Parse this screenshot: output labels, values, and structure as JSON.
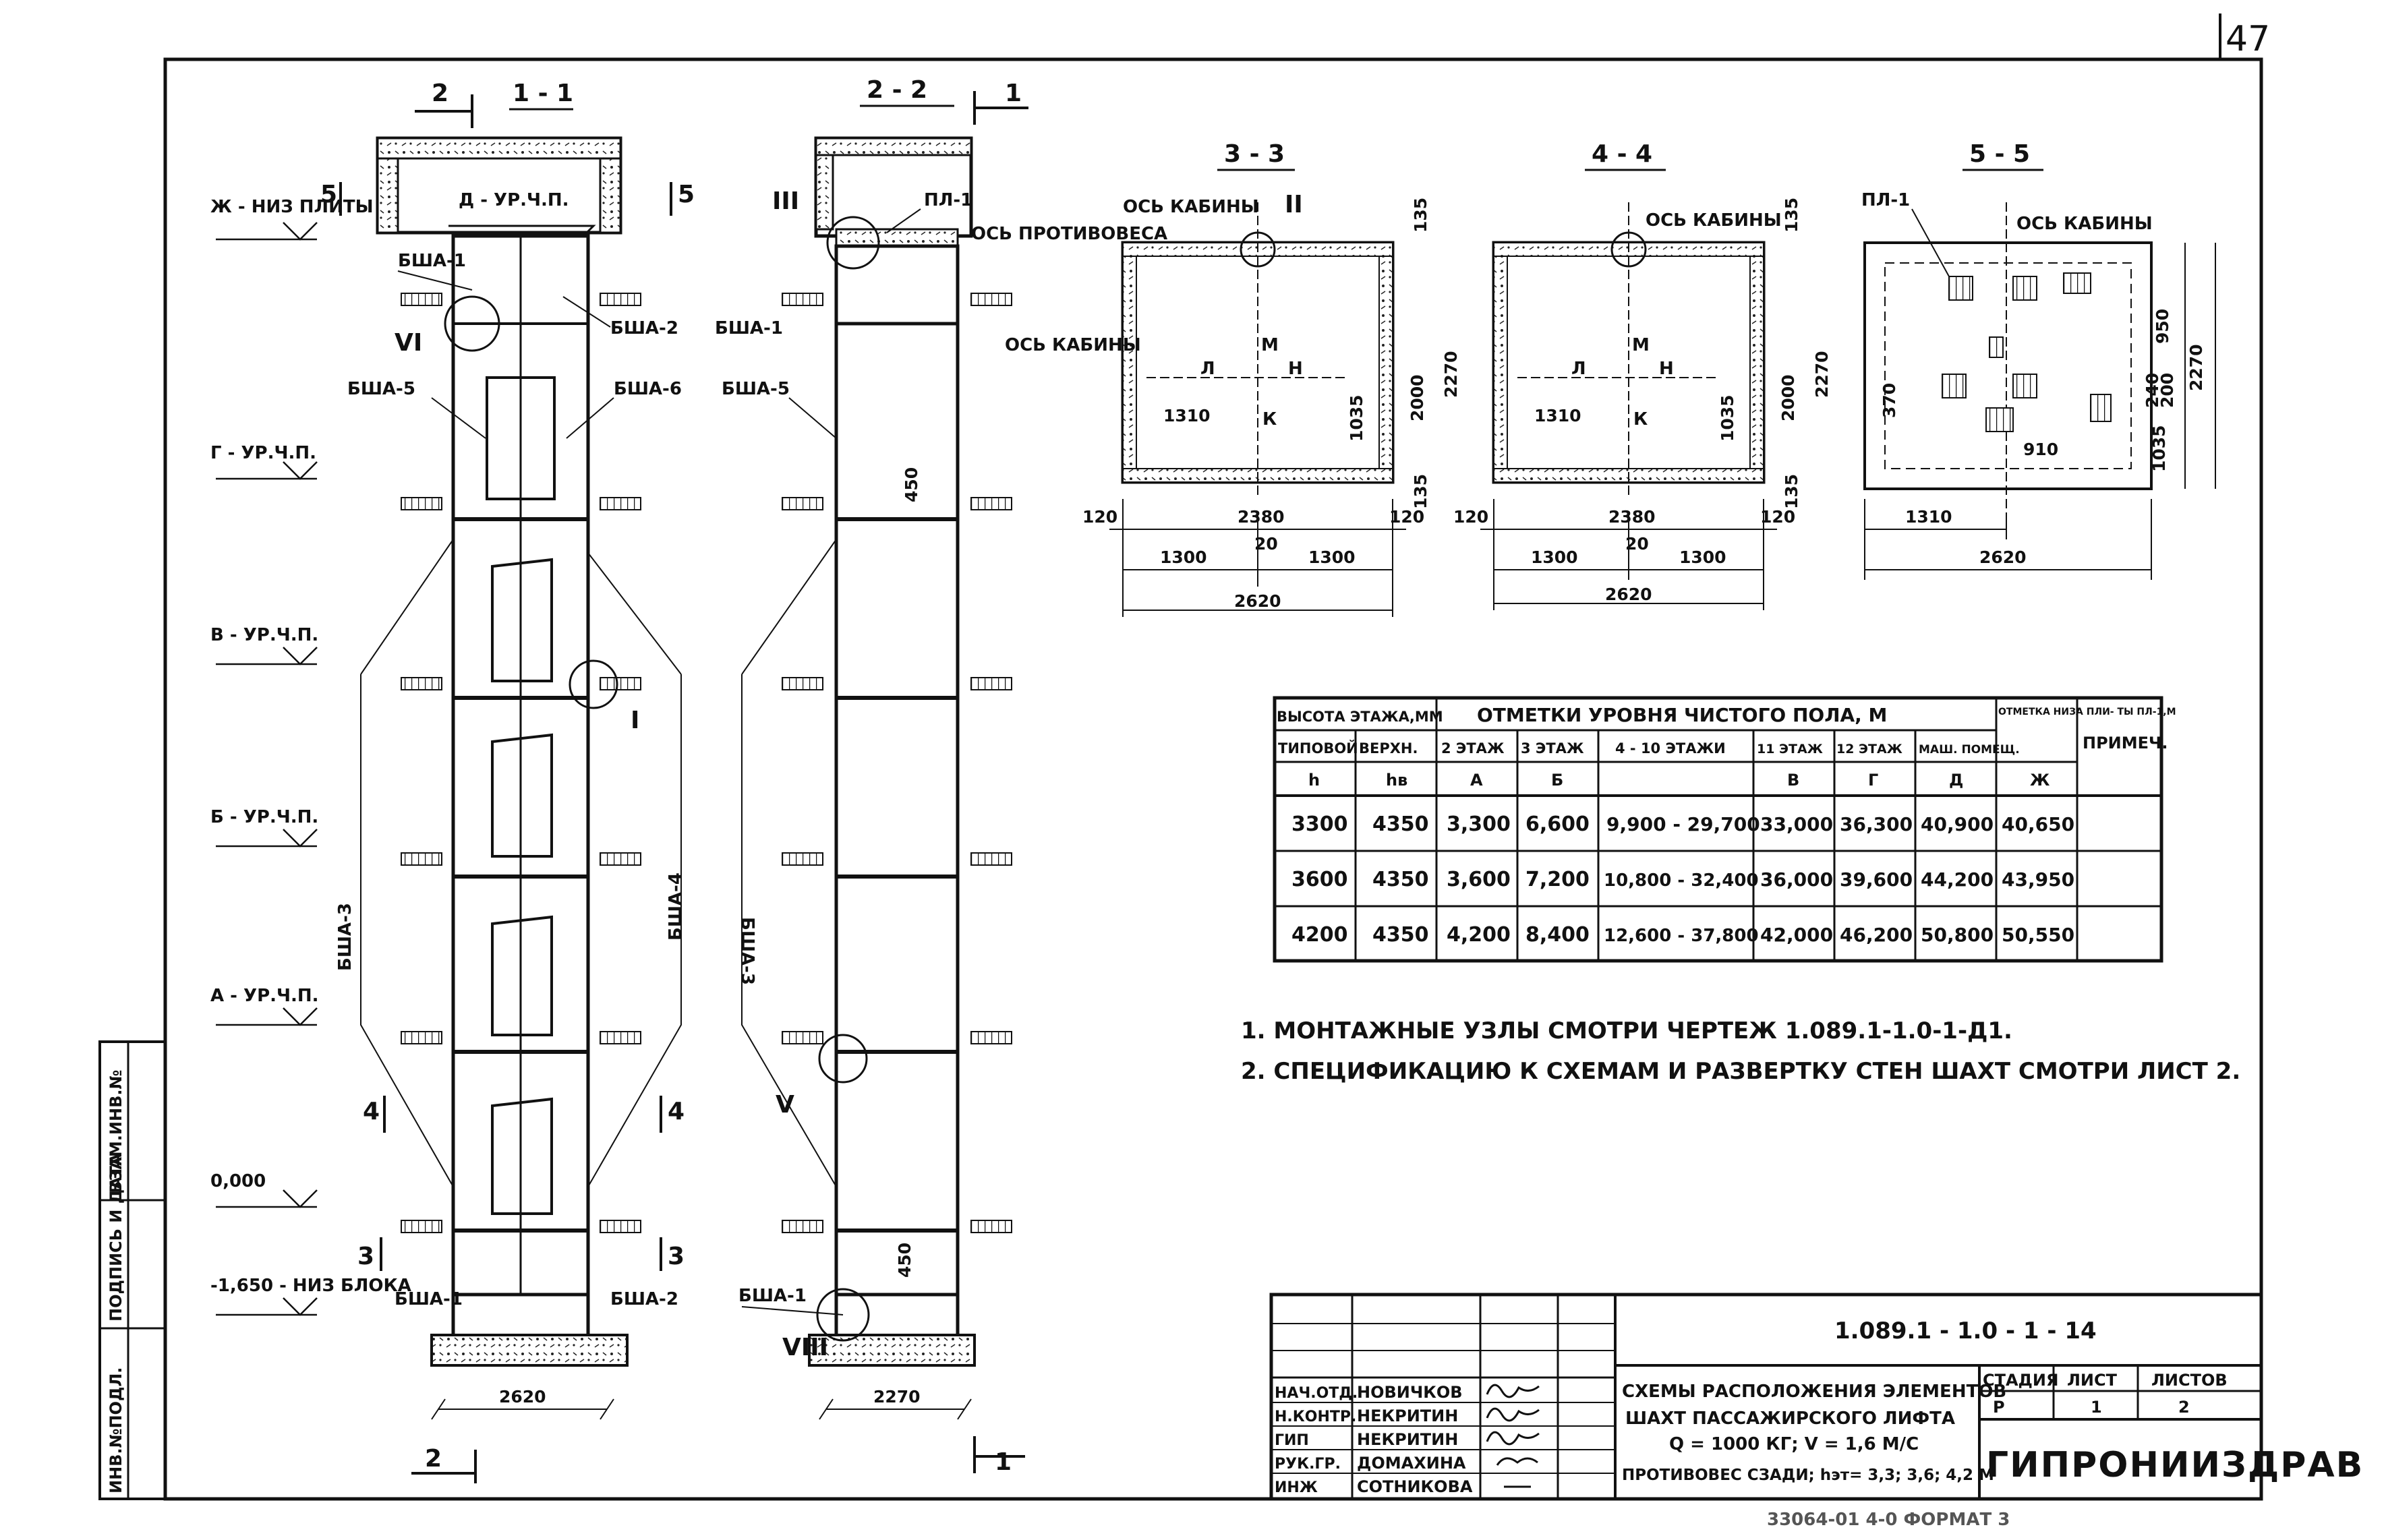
{
  "sheet": {
    "page_number": "47",
    "bottom_stamp": "33064-01 4-0  ФОРМАТ 3"
  },
  "side_stamp": {
    "cells": [
      "ИНВ.№ПОДЛ.",
      "ПОДПИСЬ И ДАТА",
      "ВЗАМ.ИНВ.№"
    ]
  },
  "section_1_1": {
    "title": "1 - 1",
    "cut_marks": [
      "2",
      "2",
      "5",
      "5",
      "4",
      "4",
      "3",
      "3"
    ],
    "levels": [
      "Ж - НИЗ ПЛИТЫ",
      "Г - УР.Ч.П.",
      "В - УР.Ч.П.",
      "Б - УР.Ч.П.",
      "А - УР.Ч.П.",
      "0,000",
      "-1,650 - НИЗ БЛОКА"
    ],
    "top_label": "Д - УР.Ч.П.",
    "labels": [
      "БША-1",
      "БША-2",
      "БША-5",
      "БША-6",
      "БША-3",
      "БША-4",
      "БША-1",
      "БША-2"
    ],
    "node_marks": [
      "VI",
      "I"
    ],
    "width_dim": "2620"
  },
  "section_2_2": {
    "title": "2 - 2",
    "cut_marks": [
      "1",
      "1"
    ],
    "labels": [
      "ПЛ-1",
      "ОСЬ ПРОТИВОВЕСА",
      "БША-1",
      "БША-5",
      "БША-3",
      "БША-1"
    ],
    "node_marks": [
      "III",
      "V",
      "VIII"
    ],
    "dims": [
      "450",
      "450"
    ],
    "width_dim": "2270"
  },
  "section_3_3": {
    "title": "3 - 3",
    "labels": [
      "ОСЬ КАБИНЫ",
      "ОСЬ КАБИНЫ",
      "Л",
      "М",
      "Н",
      "К"
    ],
    "node_mark": "II",
    "dims": [
      "135",
      "2270",
      "2000",
      "1035",
      "135",
      "1310",
      "2380",
      "120",
      "120",
      "1300",
      "20",
      "1300",
      "2620"
    ]
  },
  "section_4_4": {
    "title": "4 - 4",
    "labels": [
      "ОСЬ КАБИНЫ",
      "Л",
      "М",
      "Н",
      "К"
    ],
    "dims": [
      "135",
      "2270",
      "2000",
      "1035",
      "135",
      "1310",
      "2380",
      "120",
      "120",
      "1300",
      "20",
      "1300",
      "2620"
    ]
  },
  "section_5_5": {
    "title": "5 - 5",
    "labels": [
      "ПЛ-1",
      "ОСЬ КАБИНЫ"
    ],
    "dims": [
      "950",
      "2270",
      "370",
      "240",
      "200",
      "910",
      "1035",
      "1310",
      "2620"
    ]
  },
  "table": {
    "header_top": [
      "ВЫСОТА ЭТАЖА,ММ",
      "ОТМЕТКИ  УРОВНЯ ЧИСТОГО ПОЛА, М",
      "ОТМЕТКА НИЗА ПЛИ- ТЫ ПЛ-1,М",
      "ПРИМЕЧ."
    ],
    "header_mid": [
      "ТИПОВОЙ",
      "ВЕРХН.",
      "2 ЭТАЖ",
      "3 ЭТАЖ",
      "4 - 10 ЭТАЖИ",
      "11 ЭТАЖ",
      "12 ЭТАЖ",
      "МАШ. ПОМЕЩ.",
      ""
    ],
    "header_sym": [
      "h",
      "hв",
      "А",
      "Б",
      "",
      "В",
      "Г",
      "Д",
      "Ж"
    ],
    "rows": [
      [
        "3300",
        "4350",
        "3,300",
        "6,600",
        "9,900 - 29,700",
        "33,000",
        "36,300",
        "40,900",
        "40,650",
        ""
      ],
      [
        "3600",
        "4350",
        "3,600",
        "7,200",
        "10,800 - 32,400",
        "36,000",
        "39,600",
        "44,200",
        "43,950",
        ""
      ],
      [
        "4200",
        "4350",
        "4,200",
        "8,400",
        "12,600 - 37,800",
        "42,000",
        "46,200",
        "50,800",
        "50,550",
        ""
      ]
    ]
  },
  "notes": [
    "1. МОНТАЖНЫЕ УЗЛЫ СМОТРИ ЧЕРТЕЖ 1.089.1-1.0-1-Д1.",
    "2. СПЕЦИФИКАЦИЮ К СХЕМАМ И РАЗВЕРТКУ СТЕН ШАХТ СМОТРИ ЛИСТ 2."
  ],
  "title_block": {
    "doc_code": "1.089.1 - 1.0 - 1 - 14",
    "title_lines": [
      "СХЕМЫ РАСПОЛОЖЕНИЯ ЭЛЕМЕНТОВ",
      "ШАХТ ПАССАЖИРСКОГО ЛИФТА",
      "Q = 1000 КГ;  V = 1,6 М/С",
      "ПРОТИВОВЕС СЗАДИ; hэт= 3,3; 3,6; 4,2 М"
    ],
    "roles": [
      "НАЧ.ОТД.",
      "Н.КОНТР.",
      "ГИП",
      "РУК.ГР.",
      "ИНЖ"
    ],
    "names": [
      "НОВИЧКОВ",
      "НЕКРИТИН",
      "НЕКРИТИН",
      "ДОМАХИНА",
      "СОТНИКОВА"
    ],
    "stage_label": "СТАДИЯ",
    "sheet_label": "ЛИСТ",
    "sheets_label": "ЛИСТОВ",
    "stage": "Р",
    "sheet": "1",
    "sheets": "2",
    "org": "ГИПРОНИИЗДРАВ"
  }
}
